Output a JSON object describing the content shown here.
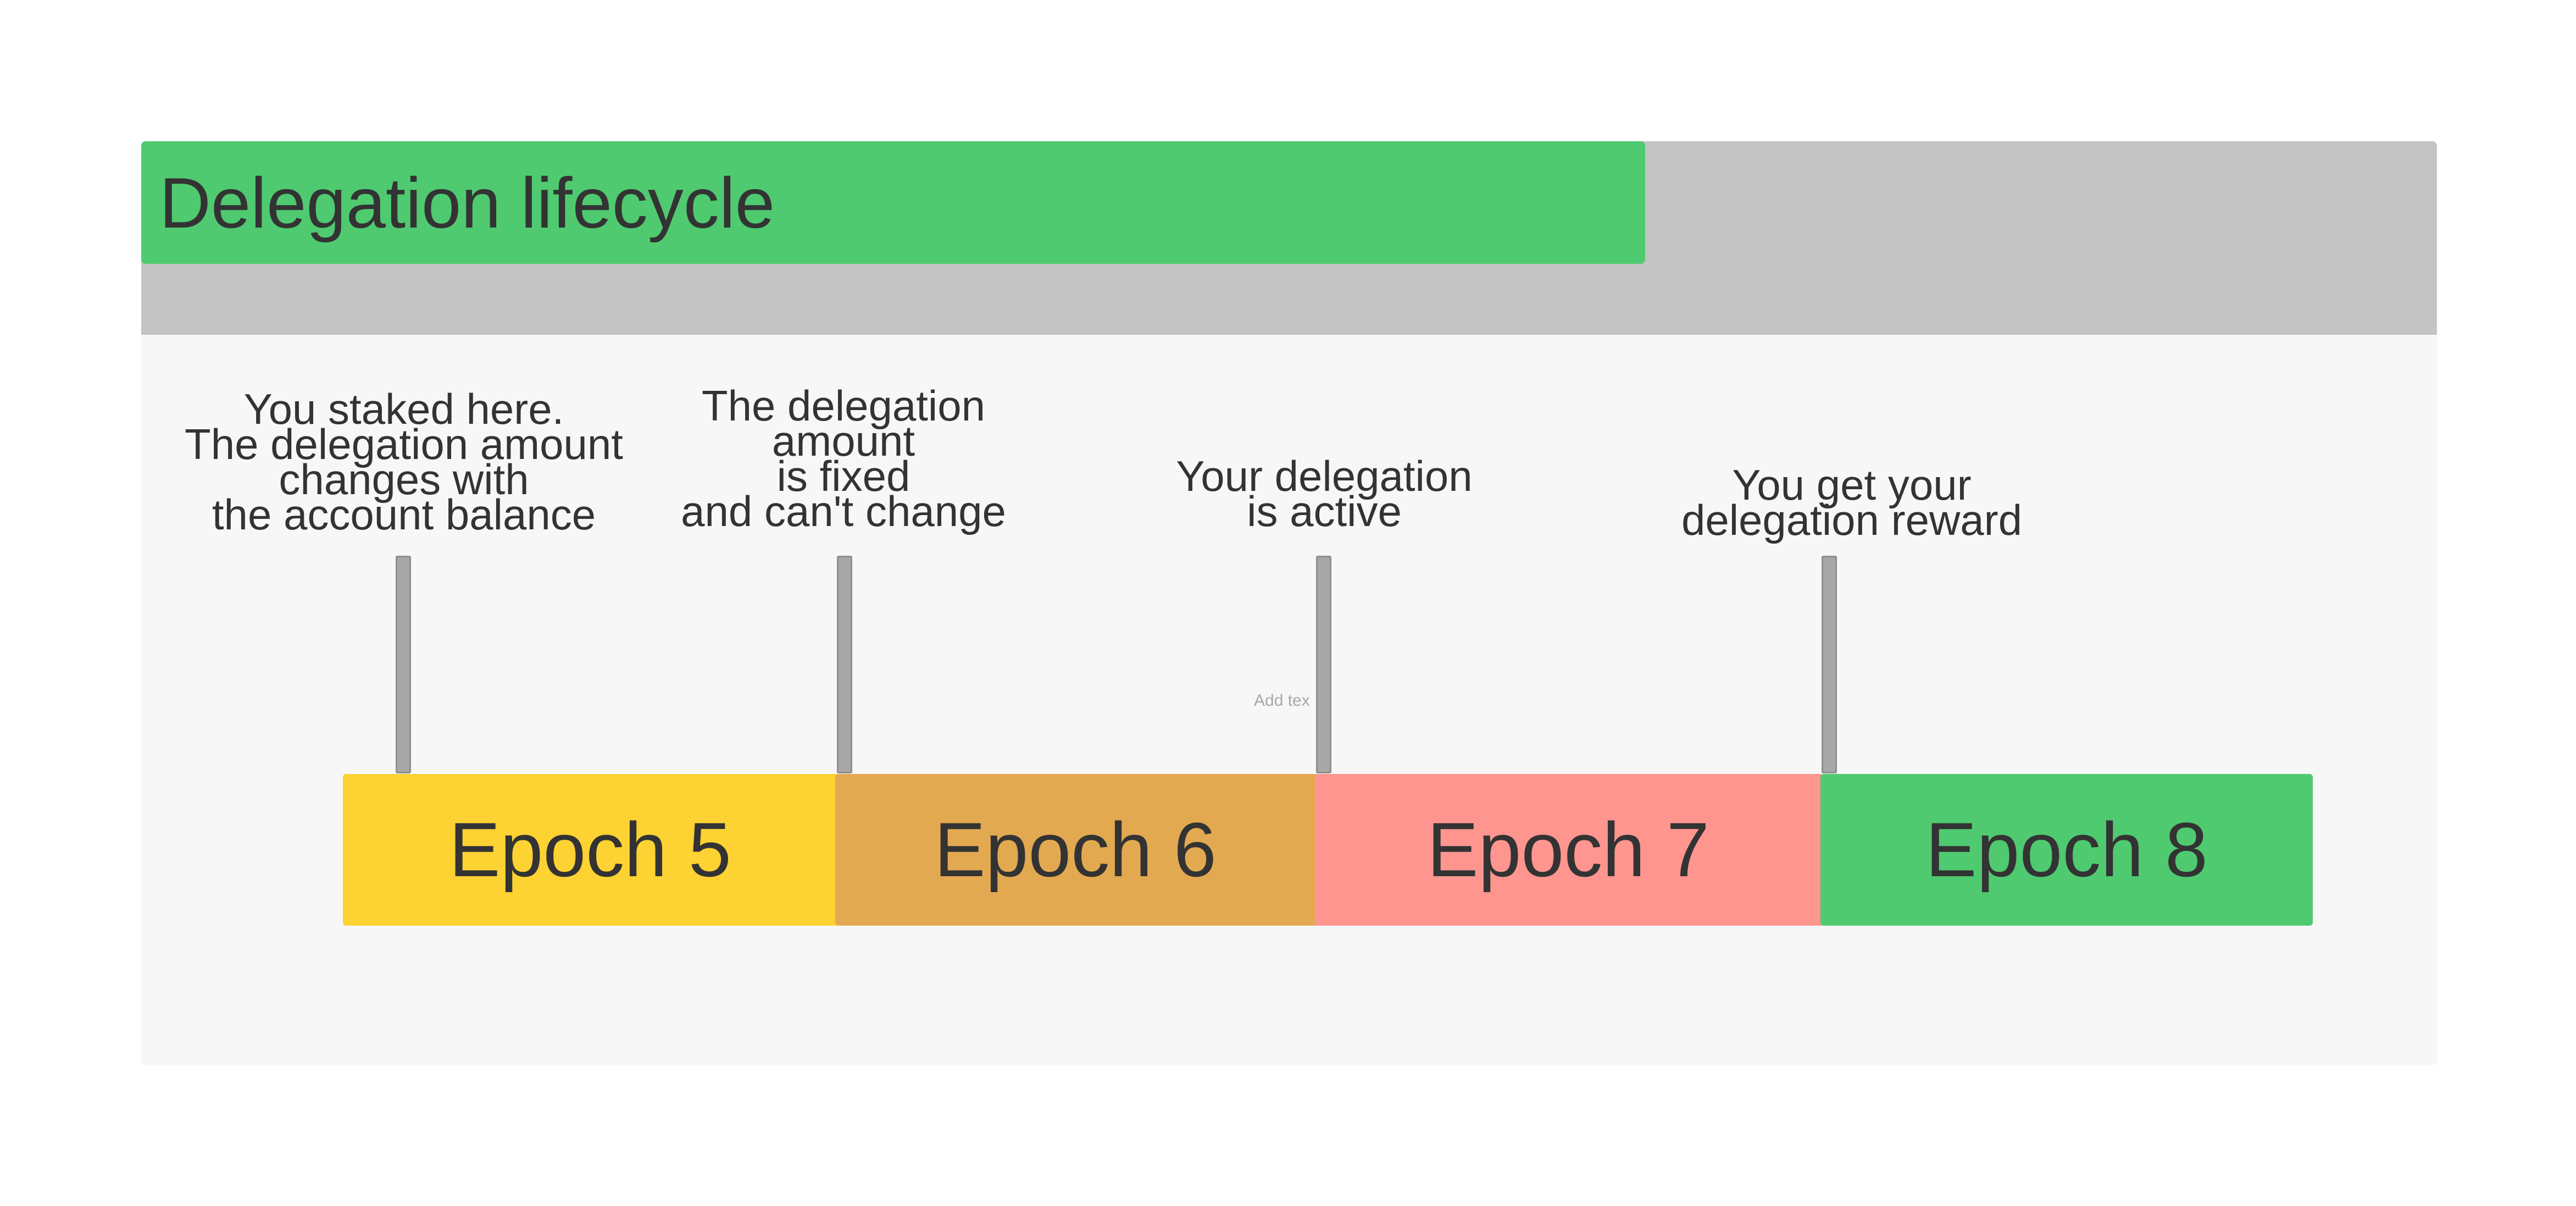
{
  "title": "Delegation lifecycle",
  "placeholder_text": "Add tex",
  "annotations": [
    {
      "text": "You staked here.\nThe delegation amount\nchanges with\nthe account balance"
    },
    {
      "text": "The delegation\namount\nis fixed\nand can't change"
    },
    {
      "text": "Your delegation\nis active"
    },
    {
      "text": "You get your\ndelegation reward"
    }
  ],
  "epochs": [
    {
      "label": "Epoch 5",
      "color": "#fdd233"
    },
    {
      "label": "Epoch 6",
      "color": "#e3a950"
    },
    {
      "label": "Epoch 7",
      "color": "#ff958f"
    },
    {
      "label": "Epoch 8",
      "color": "#4fca70"
    }
  ],
  "colors": {
    "title_bar": "#4fca70",
    "header_band": "#c4c4c4",
    "frame": "#f7f7f7",
    "marker": "#a8a8a8",
    "text": "#333333"
  }
}
